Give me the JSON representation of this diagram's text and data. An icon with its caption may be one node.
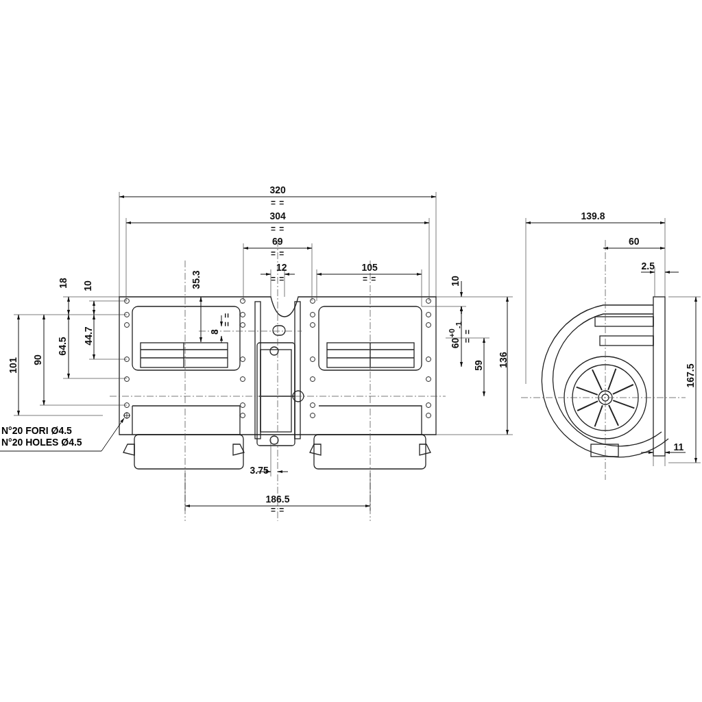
{
  "diagram": {
    "nodes": [
      {
        "text": [
          "N°20 FORI Ø4.5",
          "N°20 HOLES Ø4.5"
        ]
      },
      {
        "text": [],
        "shape": "circle"
      }
    ],
    "edges": [
      {
        "from": 0,
        "to": 1,
        "arrow": "to"
      }
    ],
    "labels": [
      "320",
      "= =",
      "304",
      "= =",
      "69",
      "= =",
      "12",
      "= =",
      "105",
      "= =",
      "139.8",
      "60",
      "2.5",
      "18",
      "10",
      "35.3",
      "10",
      "8",
      "= =",
      "60$^{+0}$$_{-1}$",
      "= =",
      "64.5",
      "44.7",
      "101",
      "90",
      "59",
      "136",
      "167.5",
      "11",
      "3.75",
      "186.5",
      "= ="
    ]
  }
}
